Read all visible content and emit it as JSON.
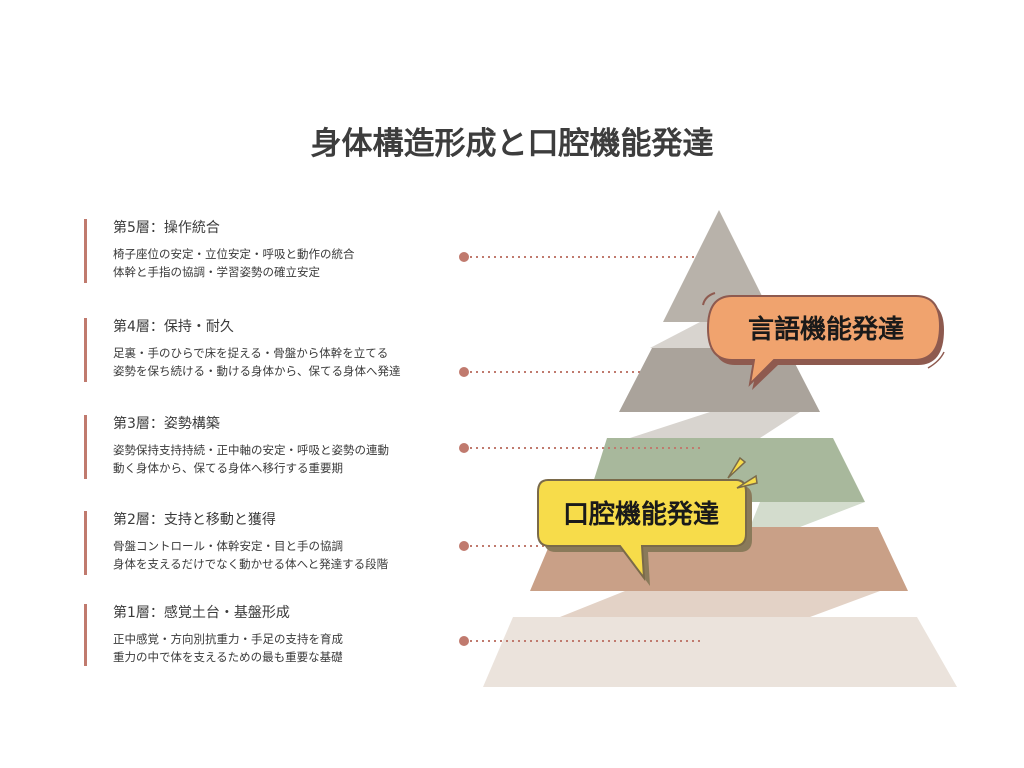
{
  "title": "身体構造形成と口腔機能発達",
  "layers": [
    {
      "title": "第5層：操作統合",
      "lines": [
        "椅子座位の安定・立位安定・呼吸と動作の統合",
        "体幹と手指の協調・学習姿勢の確立安定"
      ]
    },
    {
      "title": "第4層：保持・耐久",
      "lines": [
        "足裏・手のひらで床を捉える・骨盤から体幹を立てる",
        "姿勢を保ち続ける・動ける身体から、保てる身体へ発達"
      ]
    },
    {
      "title": "第3層：姿勢構築",
      "lines": [
        "姿勢保持支持持続・正中軸の安定・呼吸と姿勢の連動",
        "動く身体から、保てる身体へ移行する重要期"
      ]
    },
    {
      "title": "第2層：支持と移動と獲得",
      "lines": [
        "骨盤コントロール・体幹安定・目と手の協調",
        "身体を支えるだけでなく動かせる体へと発達する段階"
      ]
    },
    {
      "title": "第1層：感覚土台・基盤形成",
      "lines": [
        "正中感覚・方向別抗重力・手足の支持を育成",
        "重力の中で体を支えるための最も重要な基礎"
      ]
    }
  ],
  "bubbles": {
    "language": "言語機能発達",
    "oral": "口腔機能発達"
  },
  "colors": {
    "accent": "#c07a6e",
    "layer5": "#b8b2aa",
    "layer4": "#aaa39b",
    "layer3": "#a8b89c",
    "layer2": "#c9a087",
    "layer1": "#ebe3dc",
    "bubble_language": "#f0a36e",
    "bubble_oral": "#f7dc4a"
  }
}
